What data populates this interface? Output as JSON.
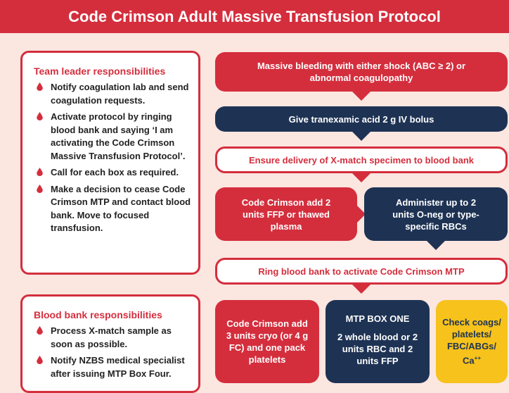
{
  "title": "Code Crimson Adult Massive Transfusion Protocol",
  "team_leader": {
    "heading": "Team leader responsibilities",
    "items": [
      "Notify coagulation lab and send coagulation requests.",
      "Activate protocol by ringing blood bank and saying ‘I am activating the Code Crimson Massive Transfusion Protocol’.",
      "Call for each box as required.",
      "Make a decision to cease Code Crimson MTP and contact blood bank. Move to focused transfusion."
    ]
  },
  "blood_bank": {
    "heading": "Blood bank responsibilities",
    "items": [
      "Process X-match sample as soon as possible.",
      "Notify NZBS medical specialist after issuing MTP Box Four."
    ]
  },
  "flow": {
    "massive_bleeding": "Massive bleeding with either shock (ABC ≥ 2) or abnormal coagulopathy",
    "txa": "Give tranexamic acid 2 g IV bolus",
    "xmatch": "Ensure delivery of X-match specimen to blood bank",
    "ffp": "Code Crimson add 2 units FFP or thawed plasma",
    "oneg": "Administer up to 2 units O-neg or type-specific RBCs",
    "ring": "Ring blood bank to activate Code Crimson MTP",
    "cryo": "Code Crimson add 3 units cryo (or 4 g FC) and one pack platelets",
    "mtp_box_title": "MTP BOX ONE",
    "mtp_box_body": "2 whole blood or 2 units RBC and 2 units FFP",
    "check_main": "Check coags/ platelets/ FBC/ABGs/ Ca",
    "check_sup": "++"
  },
  "colors": {
    "red": "#d42e3d",
    "navy": "#1e3354",
    "yellow": "#f6c21b",
    "background": "#fbe6e0"
  }
}
